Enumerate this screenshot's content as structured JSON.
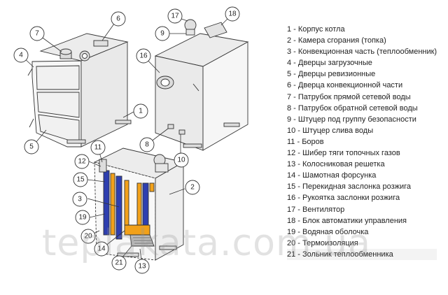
{
  "legend": [
    "1 - Корпус котла",
    "2 - Камера сгорания (топка)",
    "3 - Конвекционная часть (теплообменник)",
    "4 - Дверцы загрузочные",
    "5 - Дверцы ревизионные",
    "6 - Дверца конвекционной части",
    "7 - Патрубок прямой сетевой воды",
    "8 - Патрубок обратной сетевой воды",
    "9 - Штуцер под группу безопасности",
    "10 - Штуцер слива воды",
    "11 - Боров",
    "12 - Шибер тяги топочных газов",
    "13 - Колосниковая решетка",
    "14 - Шамотная форсунка",
    "15 - Перекидная заслонка розжига",
    "16 - Рукоятка заслонки розжига",
    "17 - Вентилятор",
    "18 - Блок автоматики управления",
    "19 - Водяная оболочка",
    "20 - Термоизоляция",
    "21 - Зольник теплообменника"
  ],
  "callouts": [
    "1",
    "2",
    "3",
    "4",
    "5",
    "6",
    "7",
    "8",
    "9",
    "10",
    "11",
    "12",
    "13",
    "14",
    "15",
    "16",
    "17",
    "18",
    "19",
    "20",
    "21"
  ],
  "watermark": "teplakata.com.ua",
  "colors": {
    "outline": "#333333",
    "panel": "#f2f2f2",
    "insulation": "#2e3fb0",
    "refractory": "#f2a11a",
    "grate": "#999999"
  }
}
